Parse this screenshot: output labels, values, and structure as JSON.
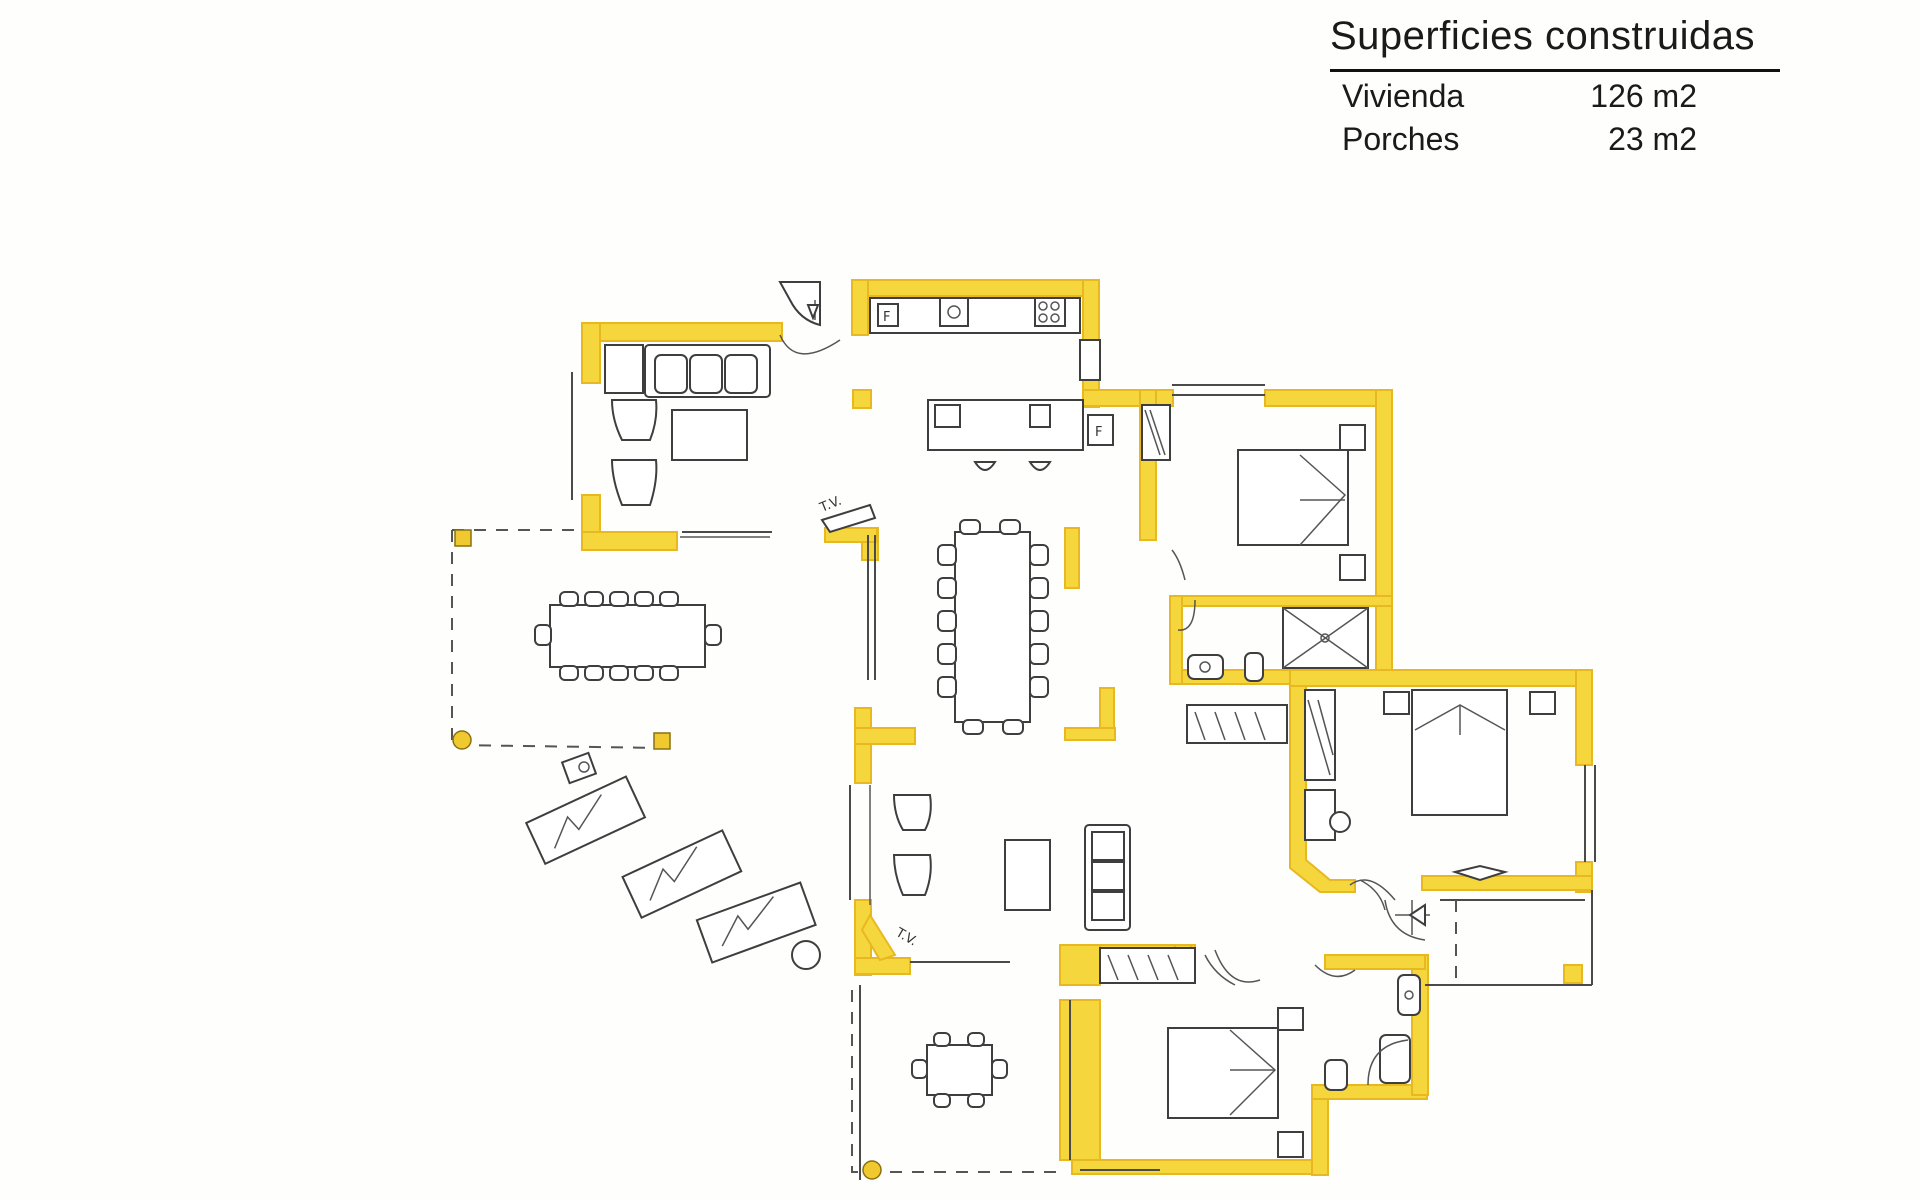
{
  "legend": {
    "title": "Superficies construidas",
    "rows": [
      {
        "label": "Vivienda",
        "value": "126 m2"
      },
      {
        "label": "Porches",
        "value": "23 m2"
      }
    ]
  },
  "plan": {
    "tv_labels": [
      "T.V.",
      "T.V."
    ],
    "appliance_labels": [
      "F",
      "F"
    ]
  },
  "colors": {
    "wall": "#f5d63d",
    "line": "#4a4a4a"
  }
}
